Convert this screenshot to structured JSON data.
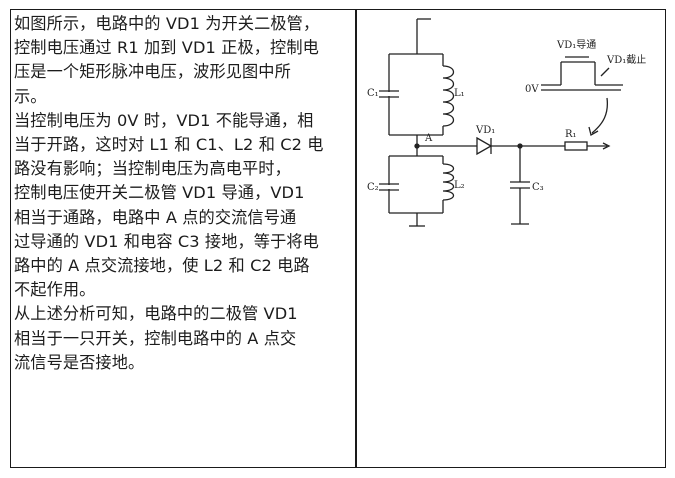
{
  "text": {
    "paragraphs": [
      [
        "如图所示，电路中的 VD1 为开关二极管，",
        "控制电压通过 R1 加到 VD1 正极，控制电",
        "压是一个矩形脉冲电压，波形见图中所",
        "示。"
      ],
      [
        "当控制电压为 0V 时，VD1 不能导通，相",
        "当于开路，这时对 L1 和 C1、L2 和 C2 电",
        "路没有影响；当控制电压为高电平时，",
        "控制电压使开关二极管 VD1 导通，VD1",
        "相当于通路，电路中 A 点的交流信号通",
        "过导通的 VD1 和电容 C3 接地，等于将电",
        "路中的 A 点交流接地，使 L2 和 C2 电路",
        "不起作用。"
      ],
      [
        "从上述分析可知，电路中的二极管 VD1",
        "相当于一只开关，控制电路中的 A 点交",
        "流信号是否接地。"
      ]
    ]
  },
  "diagram": {
    "labels": {
      "c1": "C₁",
      "l1": "L₁",
      "c2": "C₂",
      "l2": "L₂",
      "node_a": "A",
      "vd1": "VD₁",
      "r1": "R₁",
      "c3": "C₃",
      "zero_v": "0V",
      "vd1_on": "VD₁导通",
      "vd1_off": "VD₁截止"
    }
  }
}
